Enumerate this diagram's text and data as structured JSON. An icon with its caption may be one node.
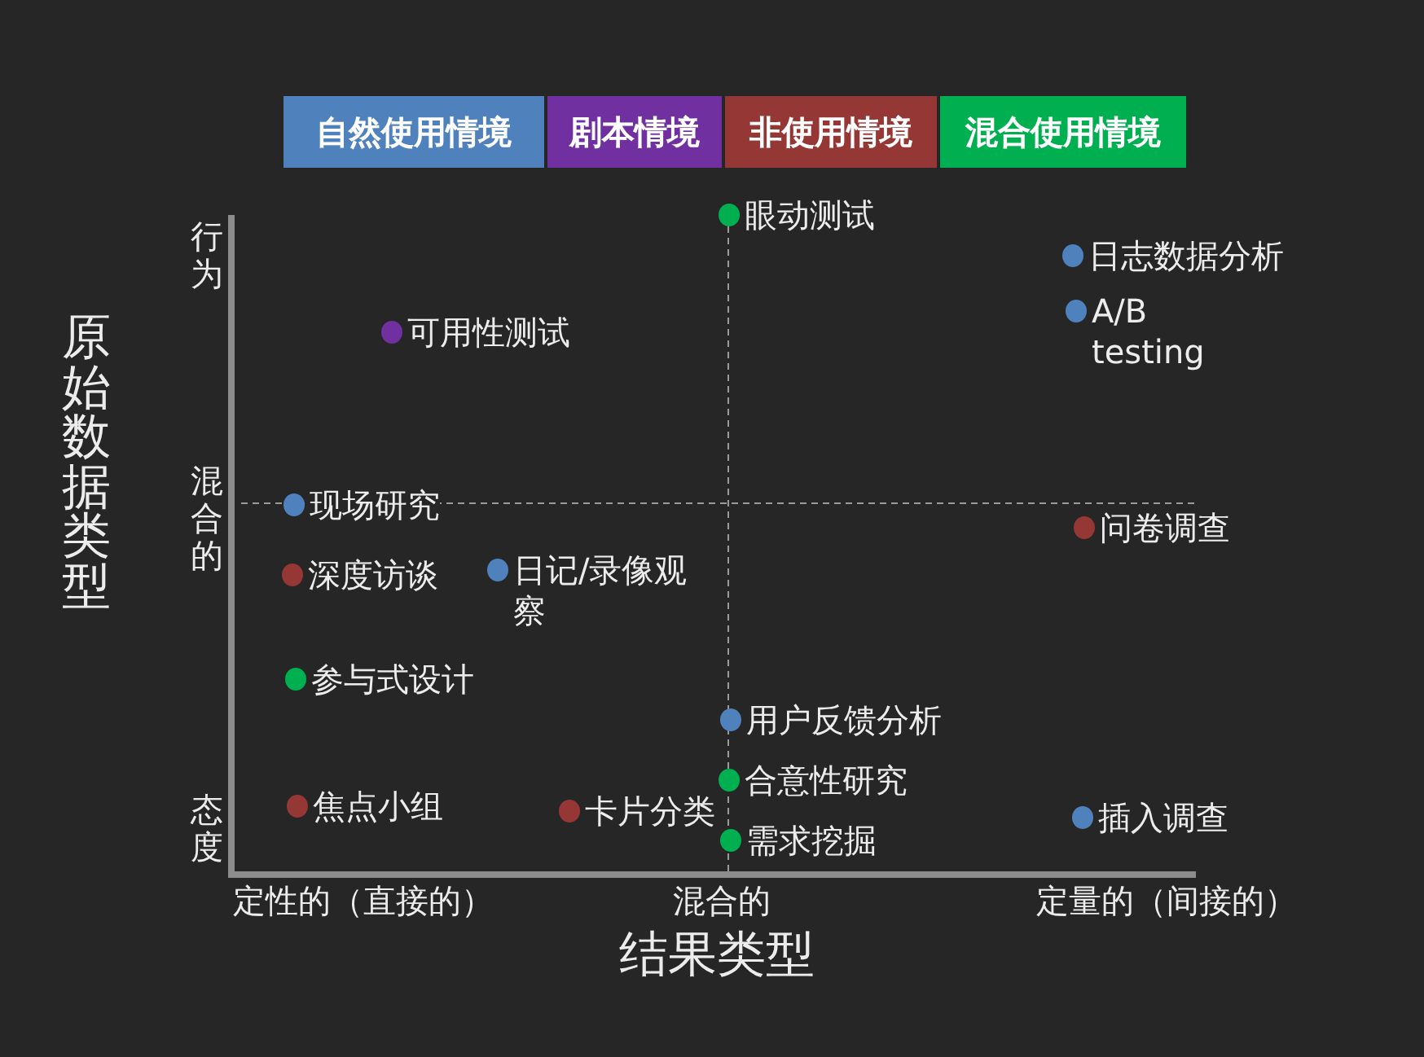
{
  "diagram": {
    "labels": [
      "原始数据类型",
      "行为",
      "混合的",
      "态度",
      "眼动测试",
      "日志数据分析",
      "A/B testing",
      "可用性测试",
      "现场研究",
      "问卷调查",
      "深度访谈",
      "日记/录像观察",
      "参与式设计",
      "用户反馈分析",
      "合意性研究",
      "焦点小组",
      "卡片分类",
      "插入调查",
      "需求挖掘",
      "定性的（直接的）",
      "混合的",
      "定量的（间接的）",
      "结果类型"
    ],
    "legend": [
      {
        "text": "自然使用情境",
        "color": "#4f81bd"
      },
      {
        "text": "剧本情境",
        "color": "#7030a0"
      },
      {
        "text": "非使用情境",
        "color": "#953735"
      },
      {
        "text": "混合使用情境",
        "color": "#00b050"
      }
    ]
  }
}
